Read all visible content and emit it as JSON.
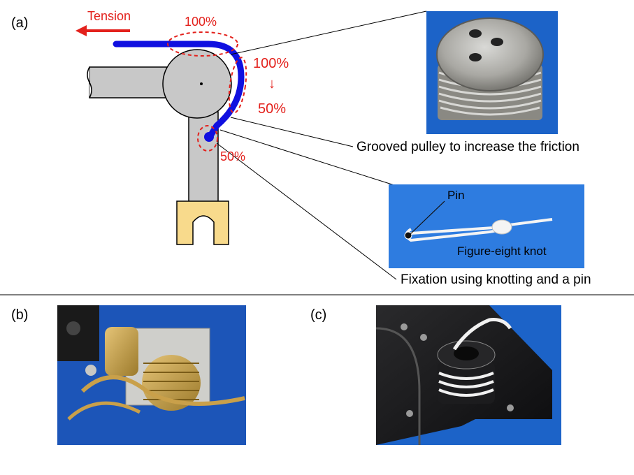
{
  "panels": {
    "a": "(a)",
    "b": "(b)",
    "c": "(c)"
  },
  "diagram": {
    "tension_label": "Tension",
    "pct_top": "100%",
    "pct_side_from": "100%",
    "arrow_glyph": "↓",
    "pct_side_to": "50%",
    "pct_end": "50%"
  },
  "captions": {
    "pulley": "Grooved pulley to increase the friction",
    "fixation": "Fixation using knotting and a pin"
  },
  "inset_labels": {
    "pin": "Pin",
    "knot": "Figure-eight knot"
  },
  "colors": {
    "cable": "#1010e0",
    "annotation": "#e3211c",
    "link": "#c8c8c8",
    "gripper": "#f8da8c",
    "photo_bg": "#1c63c8"
  }
}
